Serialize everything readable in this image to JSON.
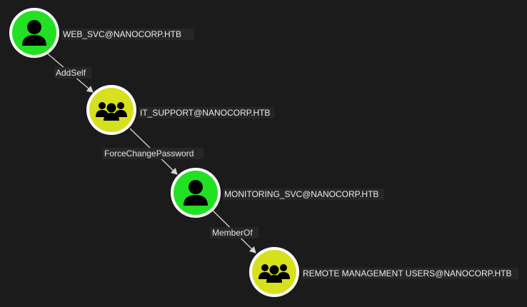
{
  "colors": {
    "background": "#1b1b1b",
    "user_node": "#22e122",
    "group_node": "#d7e01c",
    "icon": "#000000",
    "edge": "#d6d6d6"
  },
  "nodes": [
    {
      "label": "WEB_SVC@NANOCORP.HTB",
      "kind": "user",
      "icon": "user-icon"
    },
    {
      "label": "IT_SUPPORT@NANOCORP.HTB",
      "kind": "group",
      "icon": "group-icon"
    },
    {
      "label": "MONITORING_SVC@NANOCORP.HTB",
      "kind": "user",
      "icon": "user-icon"
    },
    {
      "label": "REMOTE MANAGEMENT USERS@NANOCORP.HTB",
      "kind": "group",
      "icon": "group-icon"
    }
  ],
  "edges": [
    {
      "label": "AddSelf"
    },
    {
      "label": "ForceChangePassword"
    },
    {
      "label": "MemberOf"
    }
  ]
}
